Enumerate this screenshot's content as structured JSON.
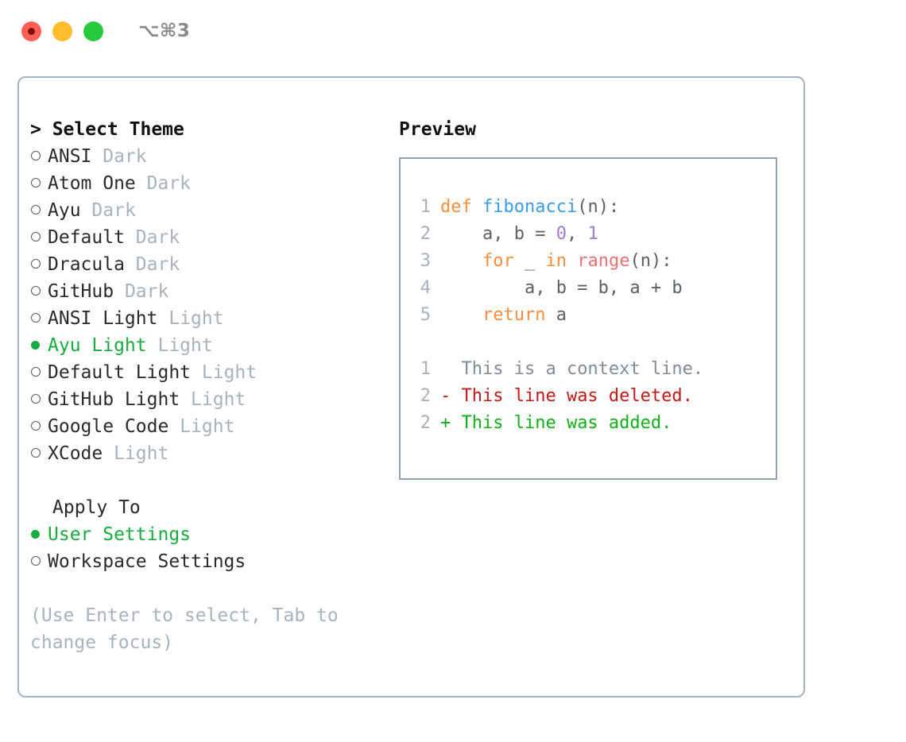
{
  "window": {
    "traffic_lights": [
      "close",
      "minimize",
      "maximize"
    ],
    "shortcut_label": "⌥⌘3"
  },
  "theme_picker": {
    "heading": "> Select Theme",
    "options": [
      {
        "bullet": "hollow",
        "name": "ANSI",
        "kind": "Dark",
        "selected": false
      },
      {
        "bullet": "hollow",
        "name": "Atom One",
        "kind": "Dark",
        "selected": false
      },
      {
        "bullet": "hollow",
        "name": "Ayu",
        "kind": "Dark",
        "selected": false
      },
      {
        "bullet": "hollow",
        "name": "Default",
        "kind": "Dark",
        "selected": false
      },
      {
        "bullet": "hollow",
        "name": "Dracula",
        "kind": "Dark",
        "selected": false
      },
      {
        "bullet": "hollow",
        "name": "GitHub",
        "kind": "Dark",
        "selected": false
      },
      {
        "bullet": "hollow",
        "name": "ANSI Light",
        "kind": "Light",
        "selected": false
      },
      {
        "bullet": "filled",
        "name": "Ayu Light",
        "kind": "Light",
        "selected": true
      },
      {
        "bullet": "hollow",
        "name": "Default Light",
        "kind": "Light",
        "selected": false
      },
      {
        "bullet": "hollow",
        "name": "GitHub Light",
        "kind": "Light",
        "selected": false
      },
      {
        "bullet": "hollow",
        "name": "Google Code",
        "kind": "Light",
        "selected": false
      },
      {
        "bullet": "hollow",
        "name": "XCode",
        "kind": "Light",
        "selected": false
      }
    ]
  },
  "apply_to": {
    "heading": "Apply To",
    "options": [
      {
        "bullet": "filled",
        "name": "User Settings",
        "selected": true
      },
      {
        "bullet": "hollow",
        "name": "Workspace Settings",
        "selected": false
      }
    ]
  },
  "hint": "(Use Enter to select, Tab to change focus)",
  "preview": {
    "title": "Preview",
    "code_lines": [
      {
        "number": "1",
        "tokens": [
          {
            "text": "def",
            "cls": "kw"
          },
          {
            "text": " ",
            "cls": "pl"
          },
          {
            "text": "fibonacci",
            "cls": "fn"
          },
          {
            "text": "(n):",
            "cls": "pl"
          }
        ]
      },
      {
        "number": "2",
        "tokens": [
          {
            "text": "    a, b = ",
            "cls": "pl"
          },
          {
            "text": "0",
            "cls": "num"
          },
          {
            "text": ", ",
            "cls": "pl"
          },
          {
            "text": "1",
            "cls": "num"
          }
        ]
      },
      {
        "number": "3",
        "tokens": [
          {
            "text": "    ",
            "cls": "pl"
          },
          {
            "text": "for",
            "cls": "kw"
          },
          {
            "text": " _ ",
            "cls": "pl"
          },
          {
            "text": "in",
            "cls": "kw"
          },
          {
            "text": " ",
            "cls": "pl"
          },
          {
            "text": "range",
            "cls": "bi"
          },
          {
            "text": "(n):",
            "cls": "pl"
          }
        ]
      },
      {
        "number": "4",
        "tokens": [
          {
            "text": "        a, b = b, a + b",
            "cls": "pl"
          }
        ]
      },
      {
        "number": "5",
        "tokens": [
          {
            "text": "    ",
            "cls": "pl"
          },
          {
            "text": "return",
            "cls": "kw"
          },
          {
            "text": " a",
            "cls": "pl"
          }
        ]
      }
    ],
    "diff_lines": [
      {
        "number": "1",
        "marker": " ",
        "text": " This is a context line.",
        "kind": "context"
      },
      {
        "number": "2",
        "marker": "-",
        "text": " This line was deleted.",
        "kind": "deleted"
      },
      {
        "number": "2",
        "marker": "+",
        "text": " This line was added.",
        "kind": "added"
      }
    ]
  },
  "colors": {
    "accent_green": "#17ad3f",
    "keyword_orange": "#fa8d3e",
    "function_blue": "#399ee6",
    "number_purple": "#a37acc",
    "builtin_salmon": "#f07171",
    "muted_gray": "#aab2bd",
    "diff_deleted": "#c41a16",
    "diff_added": "#11b016",
    "diff_context": "#828c99",
    "border_gray": "#96a1b0"
  }
}
